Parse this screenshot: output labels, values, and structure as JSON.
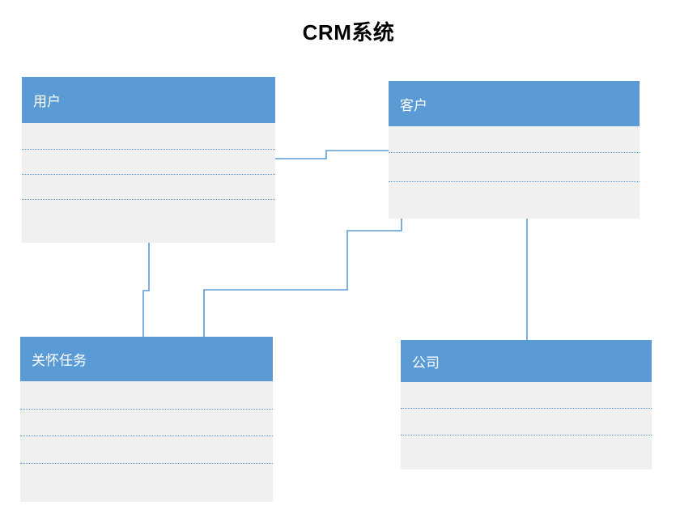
{
  "diagram": {
    "title": "CRM系统",
    "accent_color": "#5B9BD5",
    "body_color": "#F0F0F0",
    "connector_color": "#5B9BD5",
    "entities": [
      {
        "id": "user",
        "name": "用户",
        "rows": [
          "",
          "",
          "",
          ""
        ]
      },
      {
        "id": "customer",
        "name": "客户",
        "rows": [
          "",
          "",
          ""
        ]
      },
      {
        "id": "care-task",
        "name": "关怀任务",
        "rows": [
          "",
          "",
          "",
          ""
        ]
      },
      {
        "id": "company",
        "name": "公司",
        "rows": [
          "",
          "",
          ""
        ]
      }
    ],
    "relations": [
      {
        "from": "user",
        "to": "customer"
      },
      {
        "from": "user",
        "to": "care-task"
      },
      {
        "from": "customer",
        "to": "care-task"
      },
      {
        "from": "customer",
        "to": "company"
      }
    ]
  }
}
